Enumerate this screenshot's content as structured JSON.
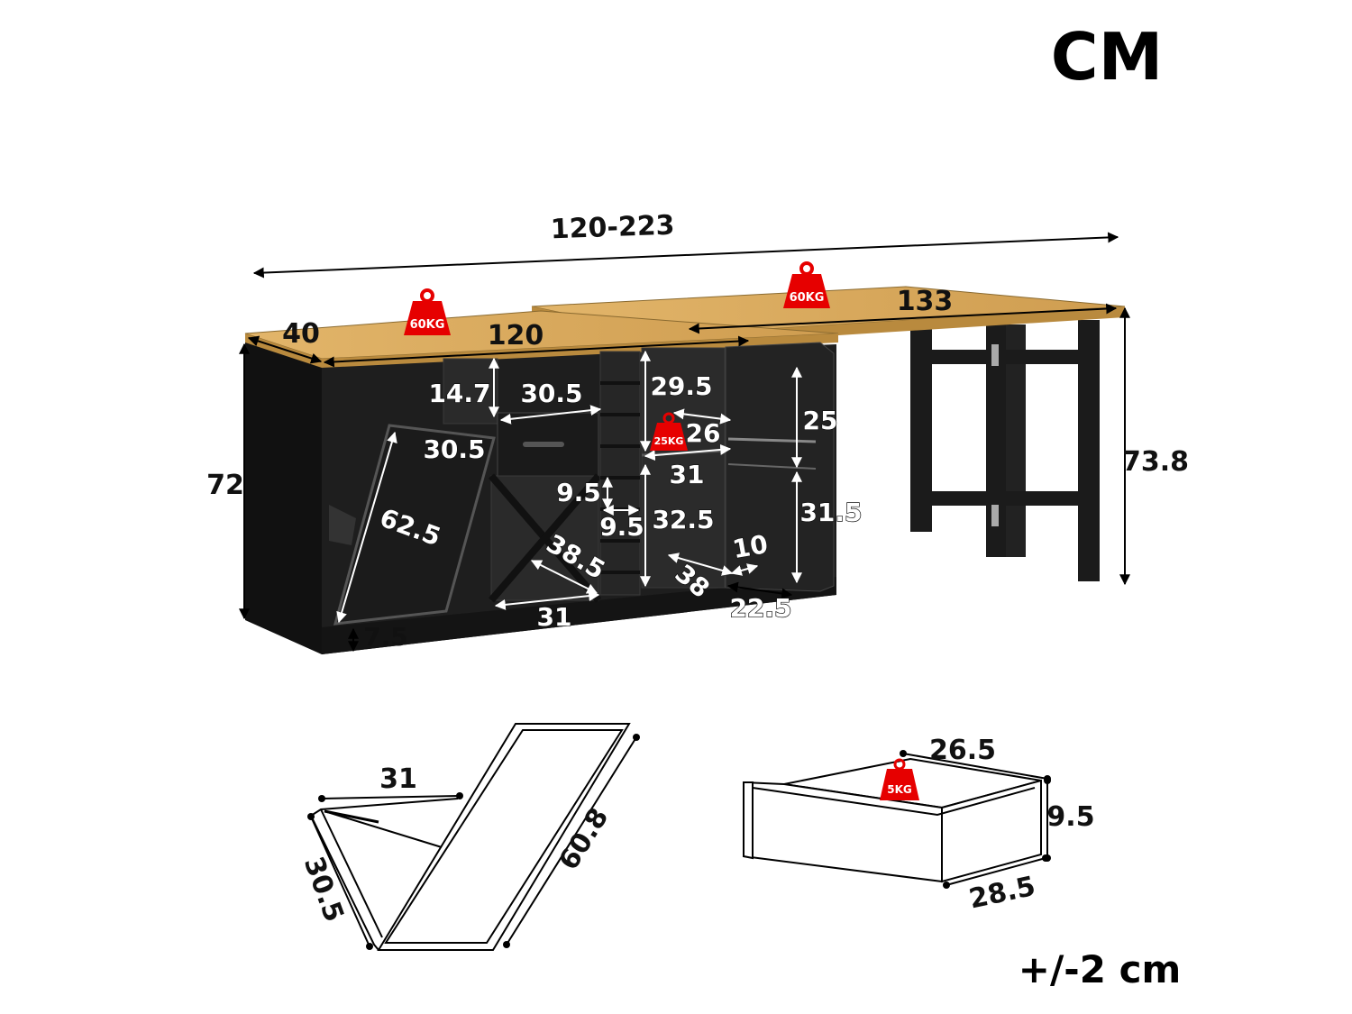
{
  "unit_label": "CM",
  "tolerance_label": "+/-2 cm",
  "colors": {
    "wood": "#d9a85a",
    "wood_dark": "#b98a3e",
    "cabinet": "#1e1e1e",
    "cabinet_inner": "#2a2a2a",
    "weight_red": "#e60000"
  },
  "weights": {
    "cabinet_top": "60KG",
    "table_top": "60KG",
    "shelf": "25KG",
    "drawer": "5KG"
  },
  "dimensions": {
    "overall_length": "120-223",
    "table_length": "133",
    "cabinet_depth": "40",
    "cabinet_length": "120",
    "cabinet_height": "72",
    "table_height": "73.8",
    "top_shelf_height": "14.7",
    "drawer_width": "30.5",
    "bin_width": "30.5",
    "bin_height": "62.5",
    "base_height": "7.5",
    "wine_diagonal": "38.5",
    "wine_width": "31",
    "bottle_slot_a": "9.5",
    "bottle_slot_b": "9.5",
    "right_upper_height": "29.5",
    "shelf_depth": "26",
    "shelf_width": "31",
    "right_lower_height": "32.5",
    "lower_diagonal": "38",
    "door_upper_height": "25",
    "door_lower_height": "31.5",
    "door_shelf_width": "10",
    "door_depth": "22.5"
  },
  "bin_detail": {
    "width": "31",
    "depth": "30.5",
    "length": "60.8"
  },
  "drawer_detail": {
    "width": "26.5",
    "height": "9.5",
    "depth": "28.5"
  }
}
